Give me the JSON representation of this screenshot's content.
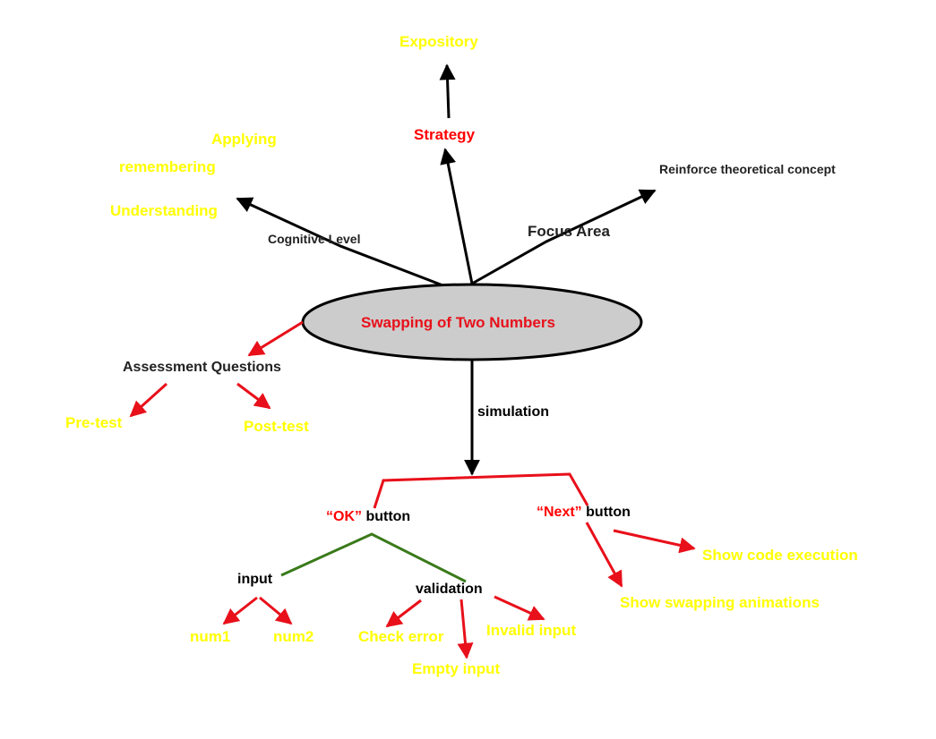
{
  "center": {
    "label": "Swapping of Two Numbers"
  },
  "strategy": {
    "label": "Strategy",
    "child": "Expository"
  },
  "cognitive": {
    "label": "Cognitive Level",
    "levels": [
      "Applying",
      "remembering",
      "Understanding"
    ]
  },
  "focus": {
    "label": "Focus Area",
    "child": "Reinforce theoretical concept"
  },
  "assessment": {
    "label": "Assessment Questions",
    "pre": "Pre-test",
    "post": "Post-test"
  },
  "simulation": {
    "label": "simulation"
  },
  "ok_button": {
    "quoted": "“OK”",
    "word": "button",
    "input": {
      "label": "input",
      "num1": "num1",
      "num2": "num2"
    },
    "validation": {
      "label": "validation",
      "check_error": "Check error",
      "empty_input": "Empty input",
      "invalid_input": "Invalid input"
    }
  },
  "next_button": {
    "quoted": "“Next”",
    "word": "button",
    "show_code": "Show code execution",
    "show_anim": "Show swapping animations"
  },
  "colors": {
    "label_yellow": "#ffff00",
    "label_red": "#ff0000",
    "arrow_black": "#000000",
    "arrow_red": "#e8101a",
    "branch_green": "#3a7a1a",
    "ellipse_fill": "#cccccc"
  }
}
